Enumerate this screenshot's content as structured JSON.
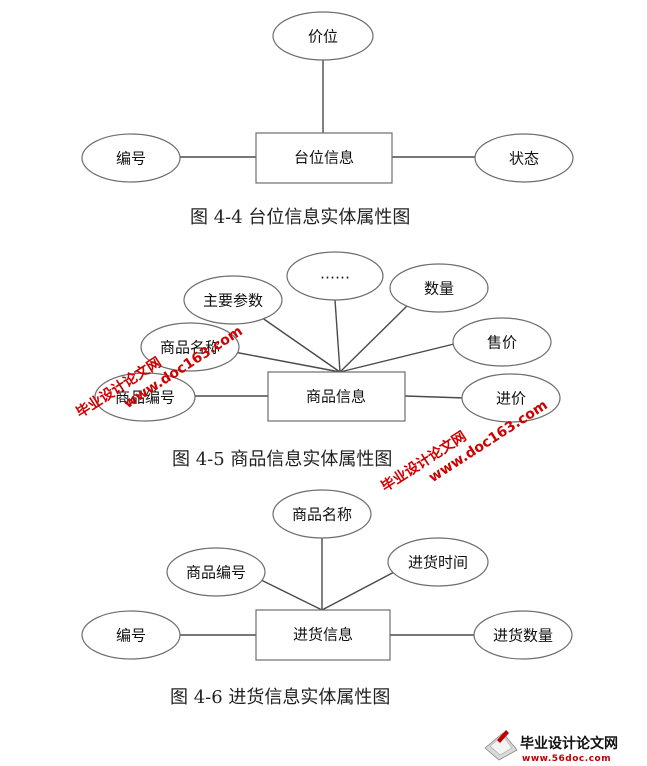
{
  "diagram1": {
    "caption": "图 4-4 台位信息实体属性图",
    "entity": "台位信息",
    "attributes": [
      "价位",
      "编号",
      "状态"
    ]
  },
  "diagram2": {
    "caption": "图 4-5 商品信息实体属性图",
    "entity": "商品信息",
    "attributes": [
      "……",
      "主要参数",
      "数量",
      "商品名称",
      "售价",
      "商品编号",
      "进价"
    ]
  },
  "diagram3": {
    "caption": "图 4-6 进货信息实体属性图",
    "entity": "进货信息",
    "attributes": [
      "商品名称",
      "商品编号",
      "进货时间",
      "编号",
      "进货数量"
    ]
  },
  "watermarks": {
    "wm1_cn": "毕业设计论文网",
    "wm1_url": "www.doc163.com",
    "wm2_cn": "毕业设计论文网",
    "wm2_url": "www.doc163.com",
    "logo_cn": "毕业设计论文网",
    "logo_url": "www.56doc.com"
  },
  "colors": {
    "watermark": "#d00000",
    "stroke": "#6d6d6d"
  }
}
